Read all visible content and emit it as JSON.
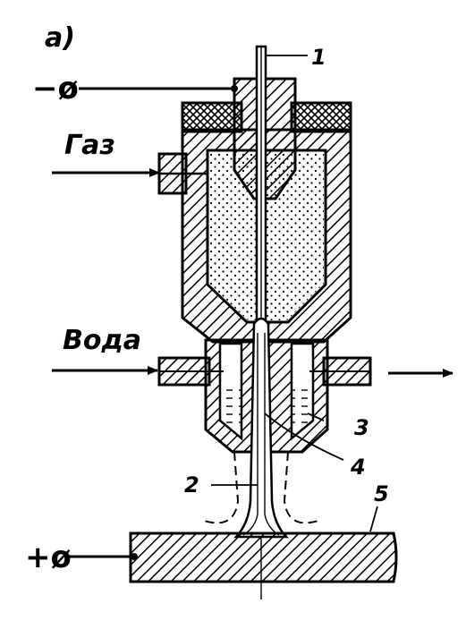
{
  "figure": {
    "panel_label": "a)",
    "inputs": {
      "gas": "Газ",
      "water": "Вода"
    },
    "terminals": {
      "negative": "−ø",
      "positive": "+ø"
    },
    "parts": [
      "1",
      "2",
      "3",
      "4",
      "5"
    ]
  }
}
